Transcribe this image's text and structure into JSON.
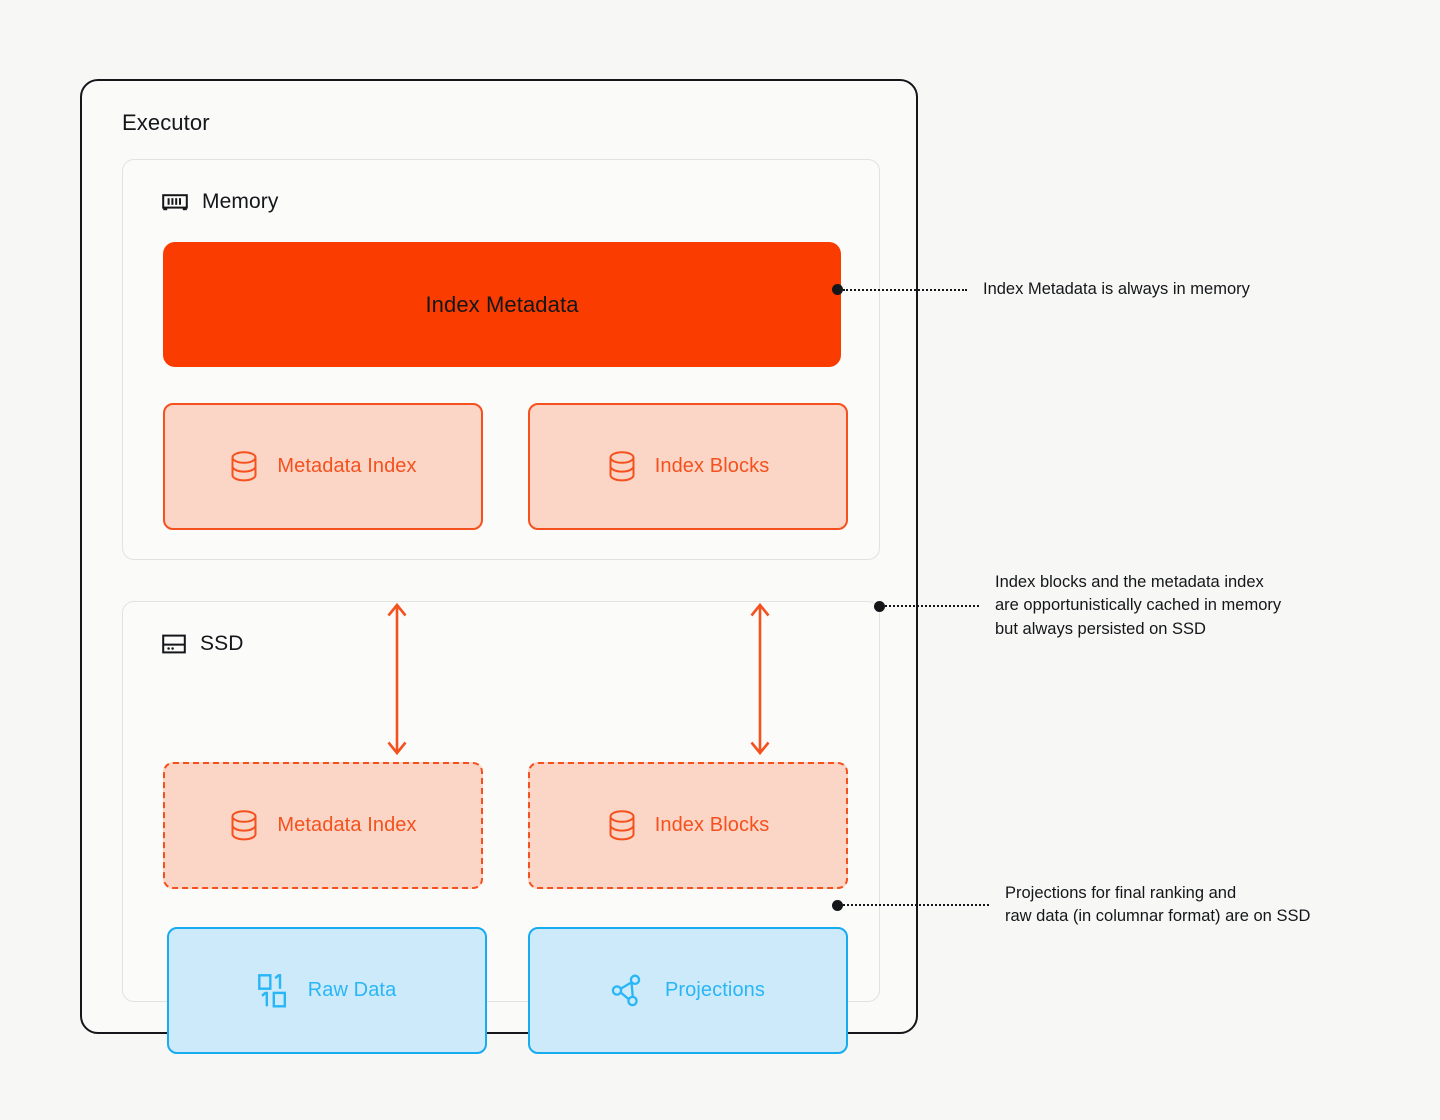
{
  "diagram": {
    "title": "Executor",
    "type": "architecture-diagram",
    "background_color": "#F7F7F5",
    "colors": {
      "hero_fill": "#FA3C00",
      "orange_accent": "#F4511E",
      "orange_fill": "#FBD6C6",
      "blue_accent": "#29B6F6",
      "blue_fill": "#CCEAFA",
      "text": "#14161A",
      "panel_border": "#E2E2E0"
    }
  },
  "tiers": [
    {
      "id": "memory",
      "label": "Memory",
      "icon": "memory-ram-icon",
      "blocks": [
        {
          "id": "index-metadata",
          "label": "Index Metadata",
          "icon": null,
          "style": "solid-hero",
          "color": "#FA3C00"
        },
        {
          "id": "metadata-index-memory",
          "label": "Metadata Index",
          "icon": "database-icon",
          "style": "solid",
          "color": "#F4511E"
        },
        {
          "id": "index-blocks-memory",
          "label": "Index Blocks",
          "icon": "database-icon",
          "style": "solid",
          "color": "#F4511E"
        }
      ]
    },
    {
      "id": "ssd",
      "label": "SSD",
      "icon": "hard-drive-icon",
      "blocks": [
        {
          "id": "metadata-index-ssd",
          "label": "Metadata Index",
          "icon": "database-icon",
          "style": "dashed",
          "color": "#F4511E"
        },
        {
          "id": "index-blocks-ssd",
          "label": "Index Blocks",
          "icon": "database-icon",
          "style": "dashed",
          "color": "#F4511E"
        },
        {
          "id": "raw-data",
          "label": "Raw Data",
          "icon": "binary-icon",
          "style": "solid",
          "color": "#29B6F6"
        },
        {
          "id": "projections",
          "label": "Projections",
          "icon": "graph-nodes-icon",
          "style": "solid",
          "color": "#29B6F6"
        }
      ]
    }
  ],
  "connectors": [
    {
      "id": "metadata-index-sync",
      "from": "metadata-index-ssd",
      "to": "metadata-index-memory",
      "direction": "bidirectional",
      "color": "#F4511E"
    },
    {
      "id": "index-blocks-sync",
      "from": "index-blocks-ssd",
      "to": "index-blocks-memory",
      "direction": "bidirectional",
      "color": "#F4511E"
    }
  ],
  "annotations": [
    {
      "id": "memory-note",
      "anchor": "index-metadata",
      "text": "Index Metadata is always in memory"
    },
    {
      "id": "cache-note",
      "anchor": "tier-boundary",
      "text": "Index blocks and the metadata index\nare opportunistically cached in memory\nbut always persisted on SSD"
    },
    {
      "id": "ssd-note",
      "anchor": "projections",
      "text": "Projections for final ranking and\nraw data (in columnar format) are on SSD"
    }
  ]
}
